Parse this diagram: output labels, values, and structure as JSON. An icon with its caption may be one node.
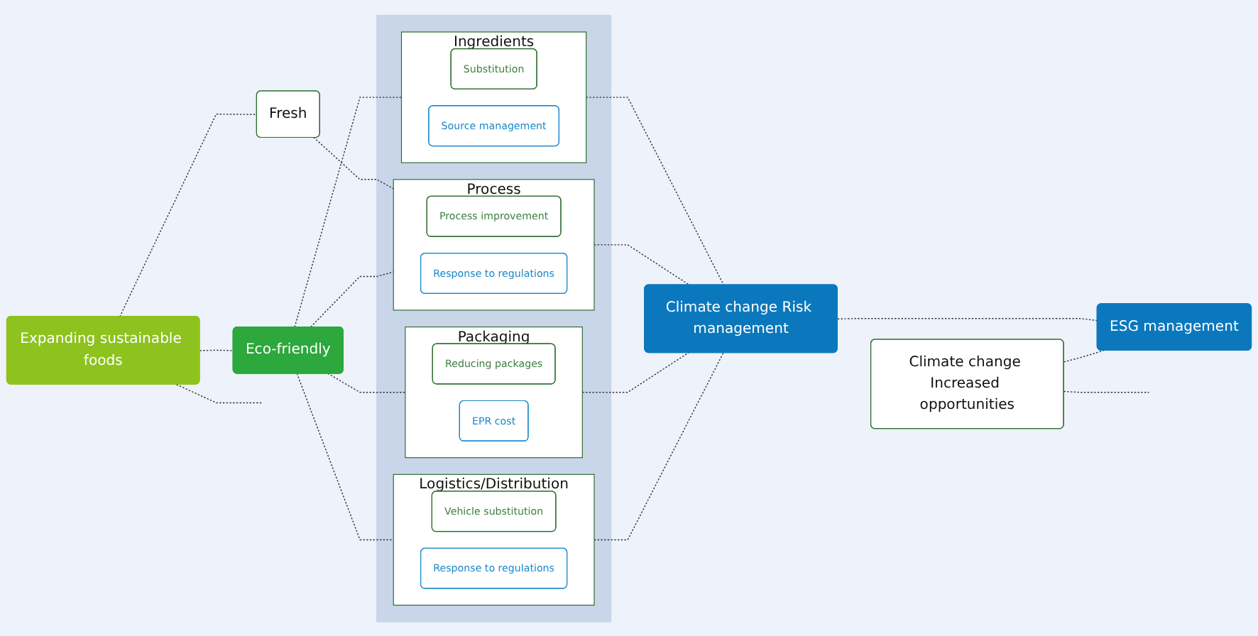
{
  "diagram": {
    "nodes": [
      {
        "text": [
          "Expanding sustainable foods"
        ]
      },
      {
        "text": [
          "Fresh"
        ]
      },
      {
        "text": [
          "Eco-friendly"
        ]
      },
      {
        "text": [],
        "shape": "box"
      },
      {
        "text": [
          "Ingredients"
        ],
        "in": 3
      },
      {
        "text": [
          "Substitution"
        ],
        "in": 4
      },
      {
        "text": [
          "Source management"
        ],
        "in": 4
      },
      {
        "text": [
          "Process"
        ],
        "in": 3
      },
      {
        "text": [
          "Process improvement"
        ],
        "in": 7
      },
      {
        "text": [
          "Response to regulations"
        ],
        "in": 7
      },
      {
        "text": [
          "Packaging"
        ],
        "in": 3
      },
      {
        "text": [
          "Reducing packages"
        ],
        "in": 10
      },
      {
        "text": [
          "EPR cost"
        ],
        "in": 10
      },
      {
        "text": [
          "Logistics/Distribution"
        ],
        "in": 3
      },
      {
        "text": [
          "Vehicle substitution"
        ],
        "in": 13
      },
      {
        "text": [
          "Response to regulations"
        ],
        "in": 13
      },
      {
        "text": [
          "Climate change Risk management"
        ]
      },
      {
        "text": [
          "Climate change Increased opportunities"
        ]
      },
      {
        "text": [
          "ESG management"
        ]
      }
    ],
    "edges": [
      {
        "from": 0,
        "to": 1,
        "arrow": "none",
        "style": "dashed"
      },
      {
        "from": 0,
        "to": 2,
        "arrow": "none",
        "style": "dashed"
      },
      {
        "from": 0,
        "to": null,
        "arrow": "none",
        "style": "dashed"
      },
      {
        "from": 1,
        "to": 7,
        "arrow": "none",
        "style": "dashed"
      },
      {
        "from": 2,
        "to": 4,
        "arrow": "none",
        "style": "dashed"
      },
      {
        "from": 2,
        "to": 7,
        "arrow": "none",
        "style": "dashed"
      },
      {
        "from": 2,
        "to": 10,
        "arrow": "none",
        "style": "dashed"
      },
      {
        "from": 2,
        "to": 13,
        "arrow": "none",
        "style": "dashed"
      },
      {
        "from": 4,
        "to": 16,
        "arrow": "none",
        "style": "dashed"
      },
      {
        "from": 7,
        "to": 16,
        "arrow": "none",
        "style": "dashed"
      },
      {
        "from": 10,
        "to": 16,
        "arrow": "none",
        "style": "dashed"
      },
      {
        "from": 13,
        "to": 16,
        "arrow": "none",
        "style": "dashed"
      },
      {
        "from": 16,
        "to": 18,
        "arrow": "none",
        "style": "dashed"
      },
      {
        "from": 17,
        "to": 18,
        "arrow": "none",
        "style": "dashed"
      },
      {
        "from": 17,
        "to": null,
        "arrow": "none",
        "style": "dashed"
      }
    ]
  }
}
